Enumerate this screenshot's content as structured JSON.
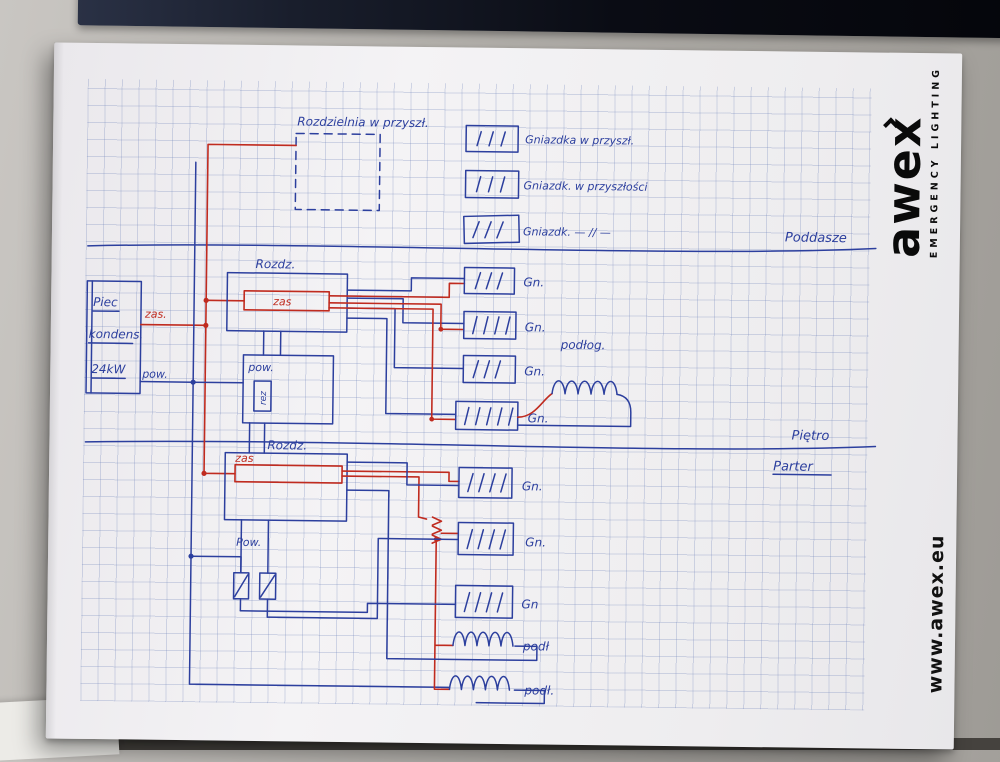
{
  "branding": {
    "logo": "awex",
    "tagline": "EMERGENCY LIGHTING",
    "website": "www.awex.eu"
  },
  "colors": {
    "ink_blue": "#2c3f9e",
    "ink_red": "#c02b1f",
    "grid": "#b9c2da"
  },
  "diagram": {
    "future_panel_label": "Rozdzielnia w przyszł.",
    "legend": [
      "Gniazdka w przyszł.",
      "Gniazdk. w przyszłości",
      "Gniazdk. — // —"
    ],
    "floor_labels": {
      "attic": "Poddasze",
      "first": "Piętro",
      "ground": "Parter"
    },
    "boiler": {
      "line1": "Piec",
      "line2": "kondens.",
      "line3": "24kW"
    },
    "wires": {
      "supply": "zas.",
      "return": "pow."
    },
    "upper_panel": {
      "title": "Rozdz.",
      "supply": "zas",
      "return": "pow.",
      "reserve": "rez"
    },
    "upper_sockets": [
      "Gn.",
      "Gn.",
      "Gn.",
      "Gn."
    ],
    "upper_floor_heating": "podłog.",
    "lower_panel": {
      "title": "Rozdz.",
      "supply": "zas",
      "return": "Pow."
    },
    "lower_sockets": [
      "Gn.",
      "Gn.",
      "Gn"
    ],
    "lower_floor_heating": [
      "podł",
      "podł."
    ]
  }
}
